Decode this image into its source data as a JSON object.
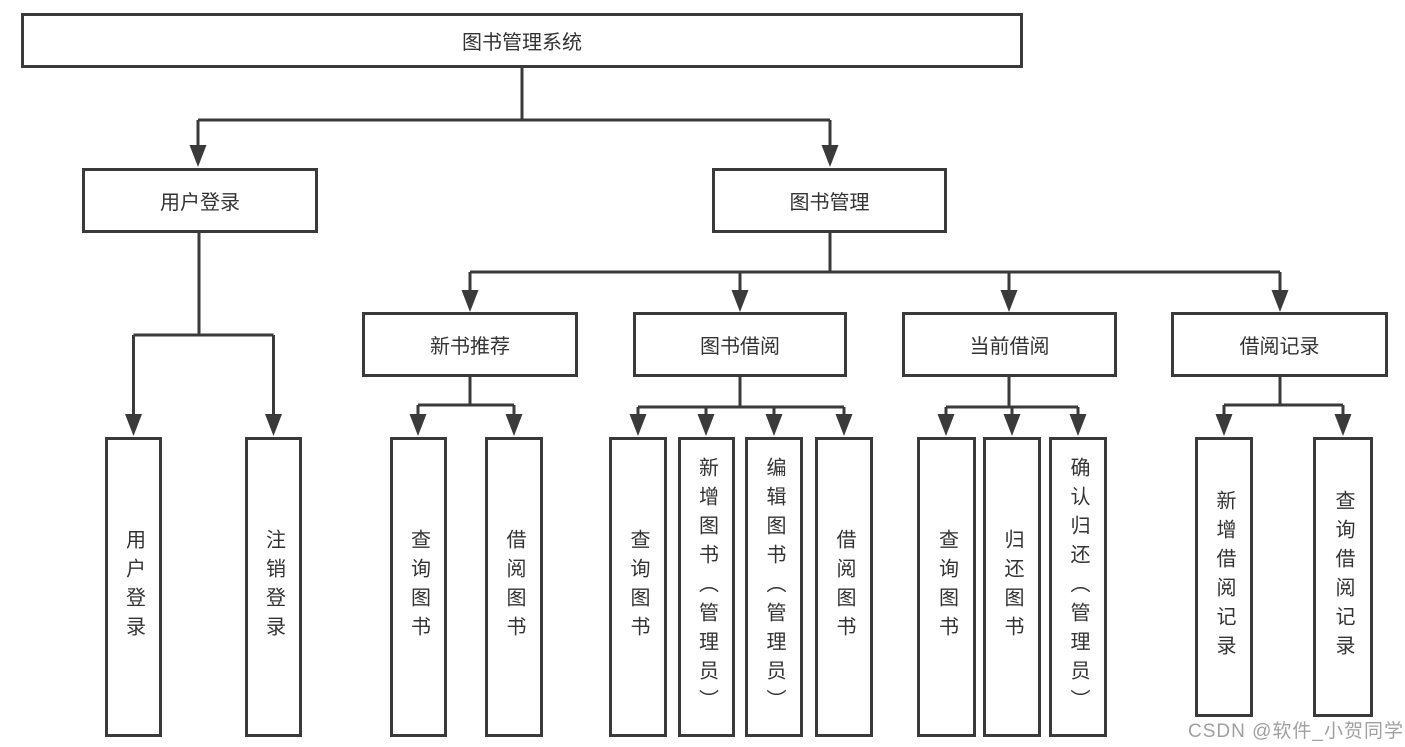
{
  "diagram": {
    "root": {
      "label": "图书管理系统"
    },
    "branches": [
      {
        "label": "用户登录",
        "leaves": [
          "用户登录",
          "注销登录"
        ]
      },
      {
        "label": "图书管理",
        "groups": [
          {
            "label": "新书推荐",
            "leaves": [
              "查询图书",
              "借阅图书"
            ]
          },
          {
            "label": "图书借阅",
            "leaves": [
              "查询图书",
              "新增图书（管理员）",
              "编辑图书（管理员）",
              "借阅图书"
            ]
          },
          {
            "label": "当前借阅",
            "leaves": [
              "查询图书",
              "归还图书",
              "确认归还（管理员）"
            ]
          },
          {
            "label": "借阅记录",
            "leaves": [
              "新增借阅记录",
              "查询借阅记录"
            ]
          }
        ]
      }
    ]
  },
  "watermark": {
    "text": "CSDN @软件_小贺同学",
    "color": "#a0a0a0"
  },
  "colors": {
    "line": "#3a3a3a",
    "text": "#333333",
    "box_fill": "#ffffff",
    "background": "#ffffff"
  }
}
